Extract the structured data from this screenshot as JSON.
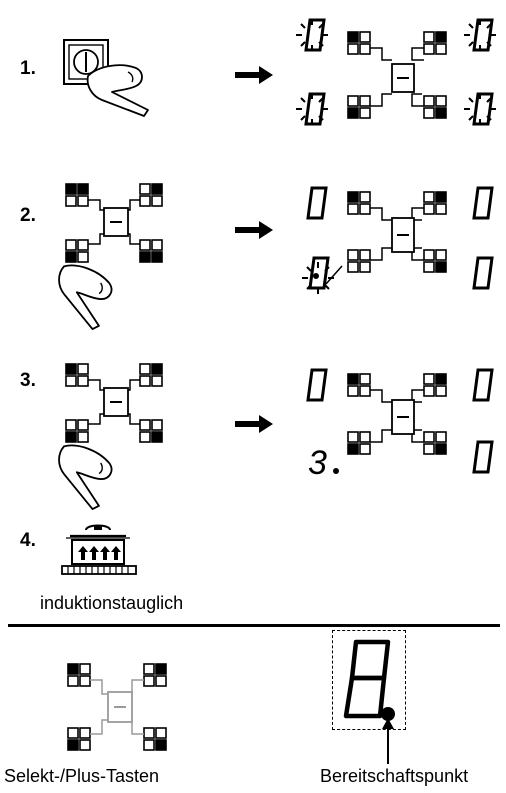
{
  "steps": [
    {
      "number": "1."
    },
    {
      "number": "2."
    },
    {
      "number": "3."
    },
    {
      "number": "4.",
      "caption": "induktionstauglich"
    }
  ],
  "step2": {
    "display_digits": [
      "0",
      "0",
      "0",
      "0"
    ]
  },
  "step3": {
    "display_digits": [
      "0",
      "0",
      "3.",
      "0"
    ]
  },
  "legend": {
    "selekt_label": "Selekt-/Plus-Tasten",
    "bereitschaft_label": "Bereitschaftspunkt",
    "display_digit": "8"
  },
  "colors": {
    "ink": "#000000",
    "panel_gray": "#9a9a9a"
  },
  "icons": [
    "power-button-icon",
    "finger-press-icon",
    "arrow-right-icon",
    "control-panel-icon",
    "cooking-pot-icon",
    "seven-segment-digit-icon",
    "standby-dot-icon"
  ]
}
